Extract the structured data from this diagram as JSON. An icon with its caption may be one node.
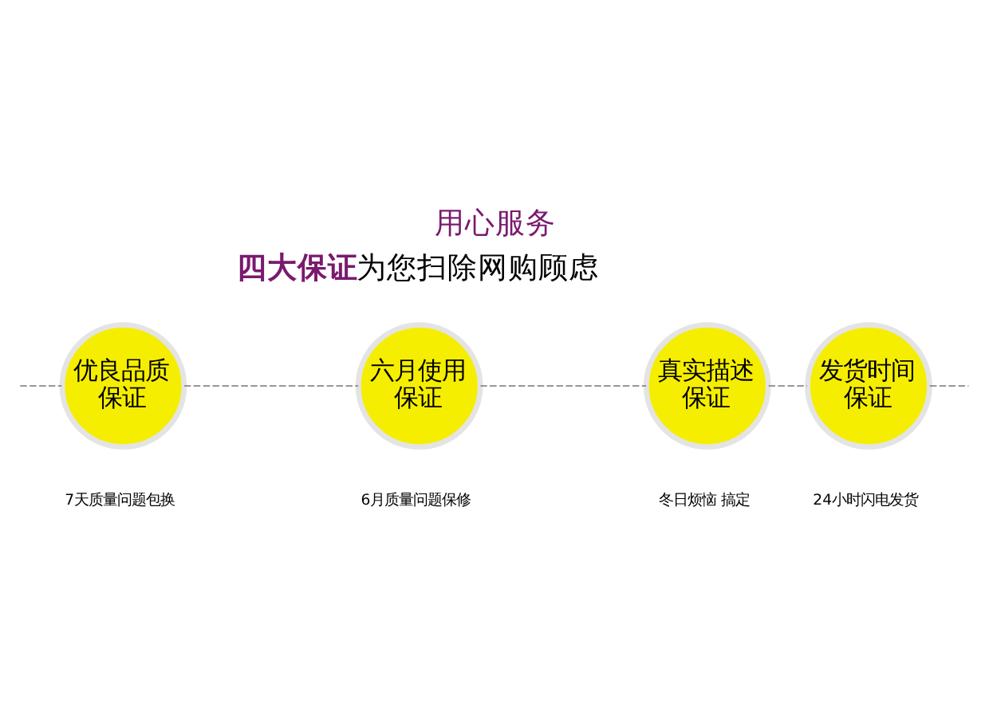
{
  "diagram": {
    "title": "用心服务",
    "nodes": [
      {
        "text": [
          "优良品质保证"
        ],
        "beside": [
          "7天质量问题包换"
        ]
      },
      {
        "text": [
          "六月使用保证"
        ],
        "beside": [
          "6月质量问题保修"
        ]
      },
      {
        "text": [
          "真实描述保证"
        ],
        "beside": [
          "冬日烦恼 搞定"
        ]
      },
      {
        "text": [
          "发货时间保证"
        ],
        "beside": [
          "24小时闪电发货"
        ]
      }
    ],
    "edges": [
      {
        "from": null,
        "to": 0,
        "arrow": "none",
        "style": "dashed"
      },
      {
        "from": 0,
        "to": 1,
        "arrow": "none",
        "style": "dashed"
      },
      {
        "from": 1,
        "to": 2,
        "arrow": "none",
        "style": "dashed"
      },
      {
        "from": 2,
        "to": 3,
        "arrow": "none",
        "style": "dashed"
      },
      {
        "from": 3,
        "to": null,
        "arrow": "none",
        "style": "dashed"
      }
    ],
    "labels": [
      "**四大保证** 为您扫除网购顾虑"
    ]
  }
}
